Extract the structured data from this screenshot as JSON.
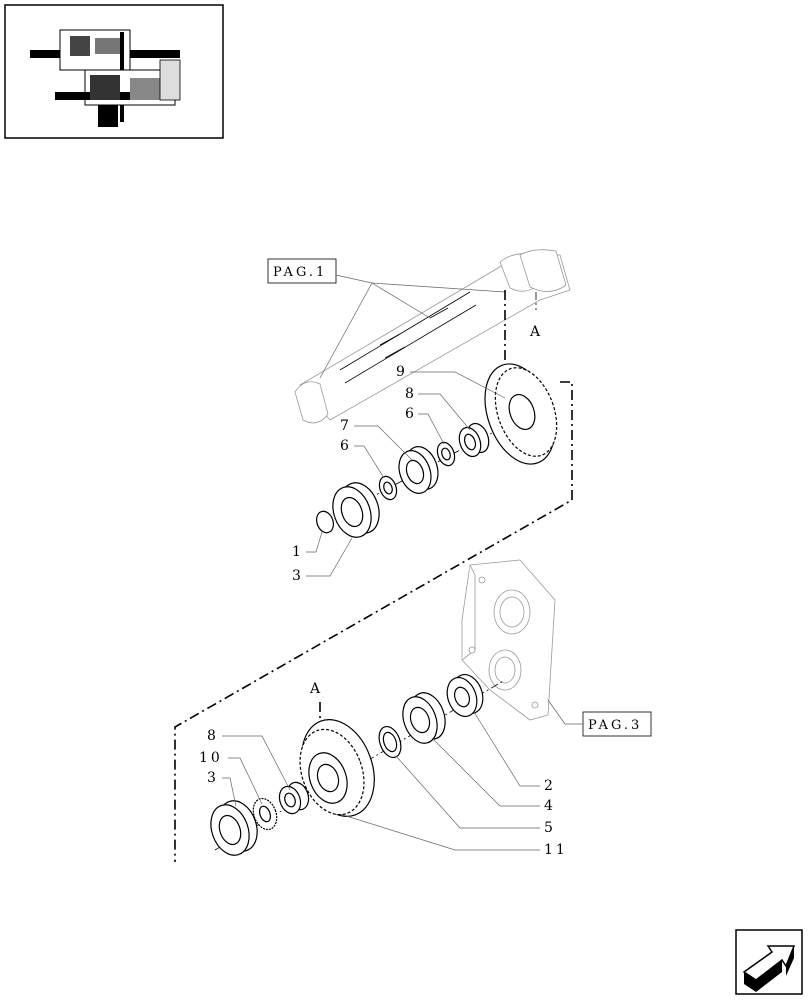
{
  "references": {
    "page_1": "PAG.1",
    "page_3": "PAG.3",
    "connector_a_top": "A",
    "connector_a_bottom": "A"
  },
  "callouts_upper": [
    "9",
    "8",
    "6",
    "7",
    "6",
    "1",
    "3"
  ],
  "callouts_lower": [
    "8",
    "10",
    "3",
    "2",
    "4",
    "5",
    "11"
  ],
  "icons": {
    "thumbnail": "transmission-assembly-thumbnail-icon",
    "navigation": "next-page-arrow-icon"
  }
}
